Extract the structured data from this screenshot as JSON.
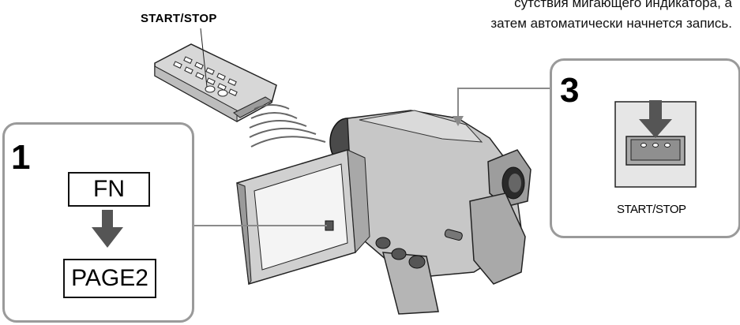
{
  "header_text": {
    "line1": "сутствия мигающего индикатора, а",
    "line2": "затем автоматически начнется запись."
  },
  "remote": {
    "label": "START/STOP"
  },
  "panel_step1": {
    "number": "1",
    "fn_button": "FN",
    "page2_button": "PAGE2",
    "arrow": "down-arrow"
  },
  "panel_step3": {
    "number": "3",
    "button_label": "START/STOP",
    "arrow": "down-arrow"
  },
  "illustration": {
    "device": "camcorder-icon",
    "remote": "remote-control-icon",
    "signal": "infrared-waves-icon"
  },
  "colors": {
    "panel_border": "#9a9a9a",
    "illustration_gray": "#b8b8b8",
    "arrow": "#555555"
  }
}
